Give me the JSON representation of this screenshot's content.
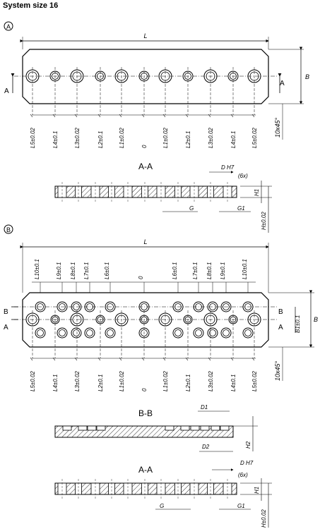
{
  "title": "System size 16",
  "variants": {
    "a": {
      "marker": "A",
      "L": "L",
      "B": "B",
      "chamfer": "10x45°",
      "section_label": "A-A",
      "section_arrow": "A",
      "dim_labels": [
        "L5±0.02",
        "L4±0.1",
        "L3±0.02",
        "L2±0.1",
        "L1±0.02",
        "0",
        "L1±0.02",
        "L2±0.1",
        "L3±0.02",
        "L4±0.1",
        "L5±0.02"
      ],
      "section_dims": {
        "D": "D H7",
        "count": "(6x)",
        "H1": "H1",
        "G": "G",
        "G1": "G1",
        "H": "H±0.02"
      }
    },
    "b": {
      "marker": "B",
      "L": "L",
      "B": "B",
      "B1": "B1±0.1",
      "chamfer": "10x45°",
      "top_labels": [
        "L10±0.1",
        "L9±0.1",
        "L8±0.1",
        "L7±0.1",
        "L6±0.1",
        "0",
        "L6±0.1",
        "L7±0.1",
        "L8±0.1",
        "L9±0.1",
        "L10±0.1"
      ],
      "bottom_labels": [
        "L5±0.02",
        "L4±0.1",
        "L3±0.02",
        "L2±0.1",
        "L1±0.02",
        "0",
        "L1±0.02",
        "L2±0.1",
        "L3±0.02",
        "L4±0.1",
        "L5±0.02"
      ],
      "section_bb": {
        "label": "B-B",
        "D1": "D1",
        "D2": "D2",
        "H2": "H2"
      },
      "section_aa": {
        "label": "A-A",
        "D": "D H7",
        "count": "(6x)",
        "H1": "H1",
        "G": "G",
        "G1": "G1",
        "H": "H±0.02"
      },
      "arrows": [
        "B",
        "A"
      ]
    }
  }
}
